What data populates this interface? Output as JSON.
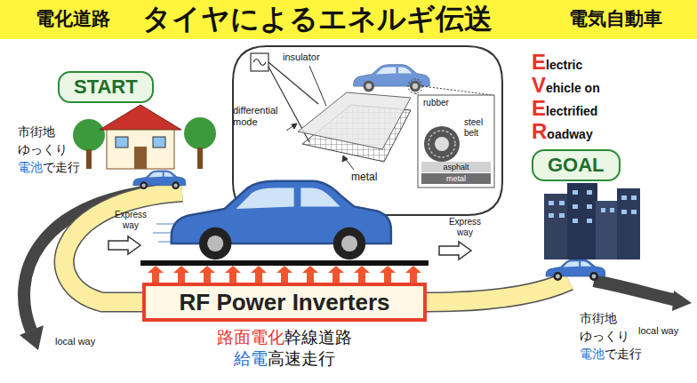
{
  "diagram": {
    "title": "タイヤによるエネルギ伝送",
    "nodes": [
      {
        "text": [
          "START"
        ]
      },
      {
        "text": [
          "GOAL"
        ]
      },
      {
        "text": [
          "RF Power Inverters"
        ]
      }
    ],
    "labels": [
      "電化道路",
      "電気自動車",
      "市街地",
      "ゆっくり",
      "電池",
      "で走行",
      "Express way",
      "insulator",
      "differential mode",
      "metal",
      "rubber",
      "steel belt",
      "asphalt",
      "metal",
      "Electric",
      "Vehicle on",
      "Electrified",
      "Roadway",
      "Express way",
      "local way",
      "路面電化",
      "幹線道路",
      "給電",
      "高速走行",
      "市街地",
      "ゆっくり",
      "電池",
      "で走行",
      "local way"
    ]
  }
}
